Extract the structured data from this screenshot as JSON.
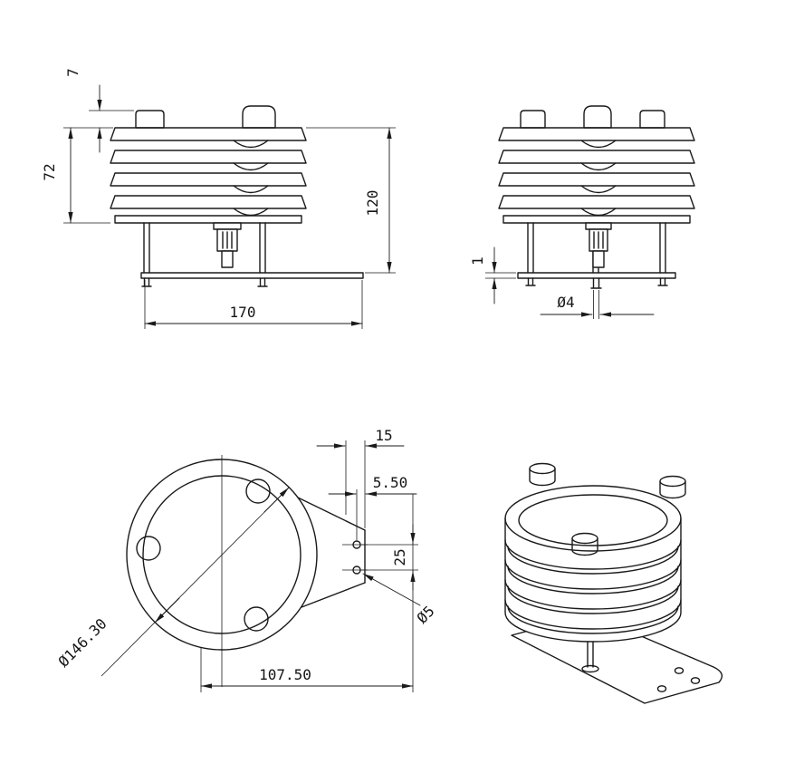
{
  "background": "#ffffff",
  "line_color": "#1a1a1a",
  "views": {
    "front": {
      "dim_top_gap": "7",
      "dim_louver_height": "72",
      "dim_total_height": "120",
      "dim_base_width": "170"
    },
    "side": {
      "dim_plate_thickness": "1",
      "dim_hole_diameter": "Ø4"
    },
    "top": {
      "dim_tab_width": "15",
      "dim_hole_offset": "5.50",
      "dim_hole_pitch": "25",
      "dim_small_hole_diameter": "Ø5",
      "dim_outer_diameter": "Ø146.30",
      "dim_mount_span": "107.50"
    }
  }
}
